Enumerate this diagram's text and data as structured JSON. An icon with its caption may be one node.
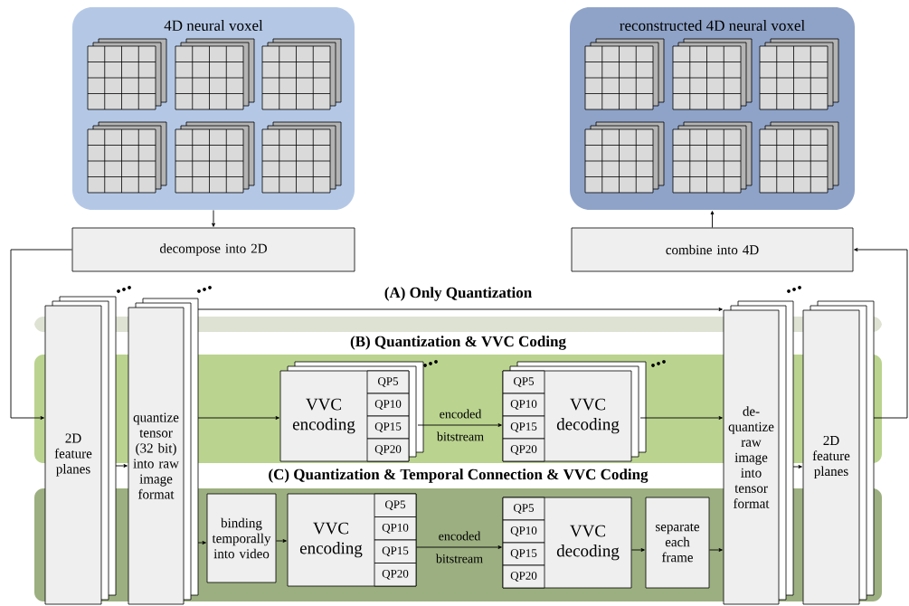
{
  "diagram": {
    "nodes": [
      {
        "text": [
          "4D neural voxel"
        ]
      },
      {
        "text": [
          "reconstructed 4D neural voxel"
        ]
      },
      {
        "text": [
          "decompose into 2D"
        ]
      },
      {
        "text": [
          "combine into 4D"
        ]
      },
      {
        "text": [
          "(A) Only Quantization"
        ]
      },
      {
        "text": [
          "(B) Quantization & VVC Coding"
        ]
      },
      {
        "text": [
          "(C) Quantization & Temporal Connection & VVC Coding"
        ]
      },
      {
        "text": [
          "2D feature planes"
        ]
      },
      {
        "text": [
          "quantize tensor (32 bit) into raw image format"
        ]
      },
      {
        "text": [
          "VVC encoding",
          "QP5",
          "QP10",
          "QP15",
          "QP20"
        ],
        "in": 5
      },
      {
        "text": [
          "VVC decoding",
          "QP5",
          "QP10",
          "QP15",
          "QP20"
        ],
        "in": 5
      },
      {
        "text": [
          "binding temporally into video"
        ],
        "in": 6
      },
      {
        "text": [
          "VVC encoding",
          "QP5",
          "QP10",
          "QP15",
          "QP20"
        ],
        "in": 6
      },
      {
        "text": [
          "VVC decoding",
          "QP5",
          "QP10",
          "QP15",
          "QP20"
        ],
        "in": 6
      },
      {
        "text": [
          "separate each frame"
        ],
        "in": 6
      },
      {
        "text": [
          "de-quantize raw image into tensor format"
        ]
      },
      {
        "text": [
          "2D feature planes"
        ]
      }
    ],
    "edges": [
      {
        "from": 0,
        "to": 2,
        "arrow": "to"
      },
      {
        "from": 2,
        "to": 7,
        "arrow": "to"
      },
      {
        "from": 7,
        "to": 8,
        "arrow": "to"
      },
      {
        "from": 8,
        "to": 15,
        "arrow": "to"
      },
      {
        "from": 8,
        "to": 9,
        "arrow": "to"
      },
      {
        "from": 9,
        "to": 10,
        "arrow": "to",
        "label": "encoded bitstream"
      },
      {
        "from": 10,
        "to": 15,
        "arrow": "to"
      },
      {
        "from": 8,
        "to": 11,
        "arrow": "to"
      },
      {
        "from": 11,
        "to": 12,
        "arrow": "to"
      },
      {
        "from": 12,
        "to": 13,
        "arrow": "to",
        "label": "encoded bitstream"
      },
      {
        "from": 13,
        "to": 14,
        "arrow": "to"
      },
      {
        "from": 14,
        "to": 15,
        "arrow": "to"
      },
      {
        "from": 15,
        "to": 16,
        "arrow": "to"
      },
      {
        "from": 16,
        "to": 3,
        "arrow": "to"
      },
      {
        "from": 3,
        "to": 1,
        "arrow": "to"
      }
    ]
  }
}
